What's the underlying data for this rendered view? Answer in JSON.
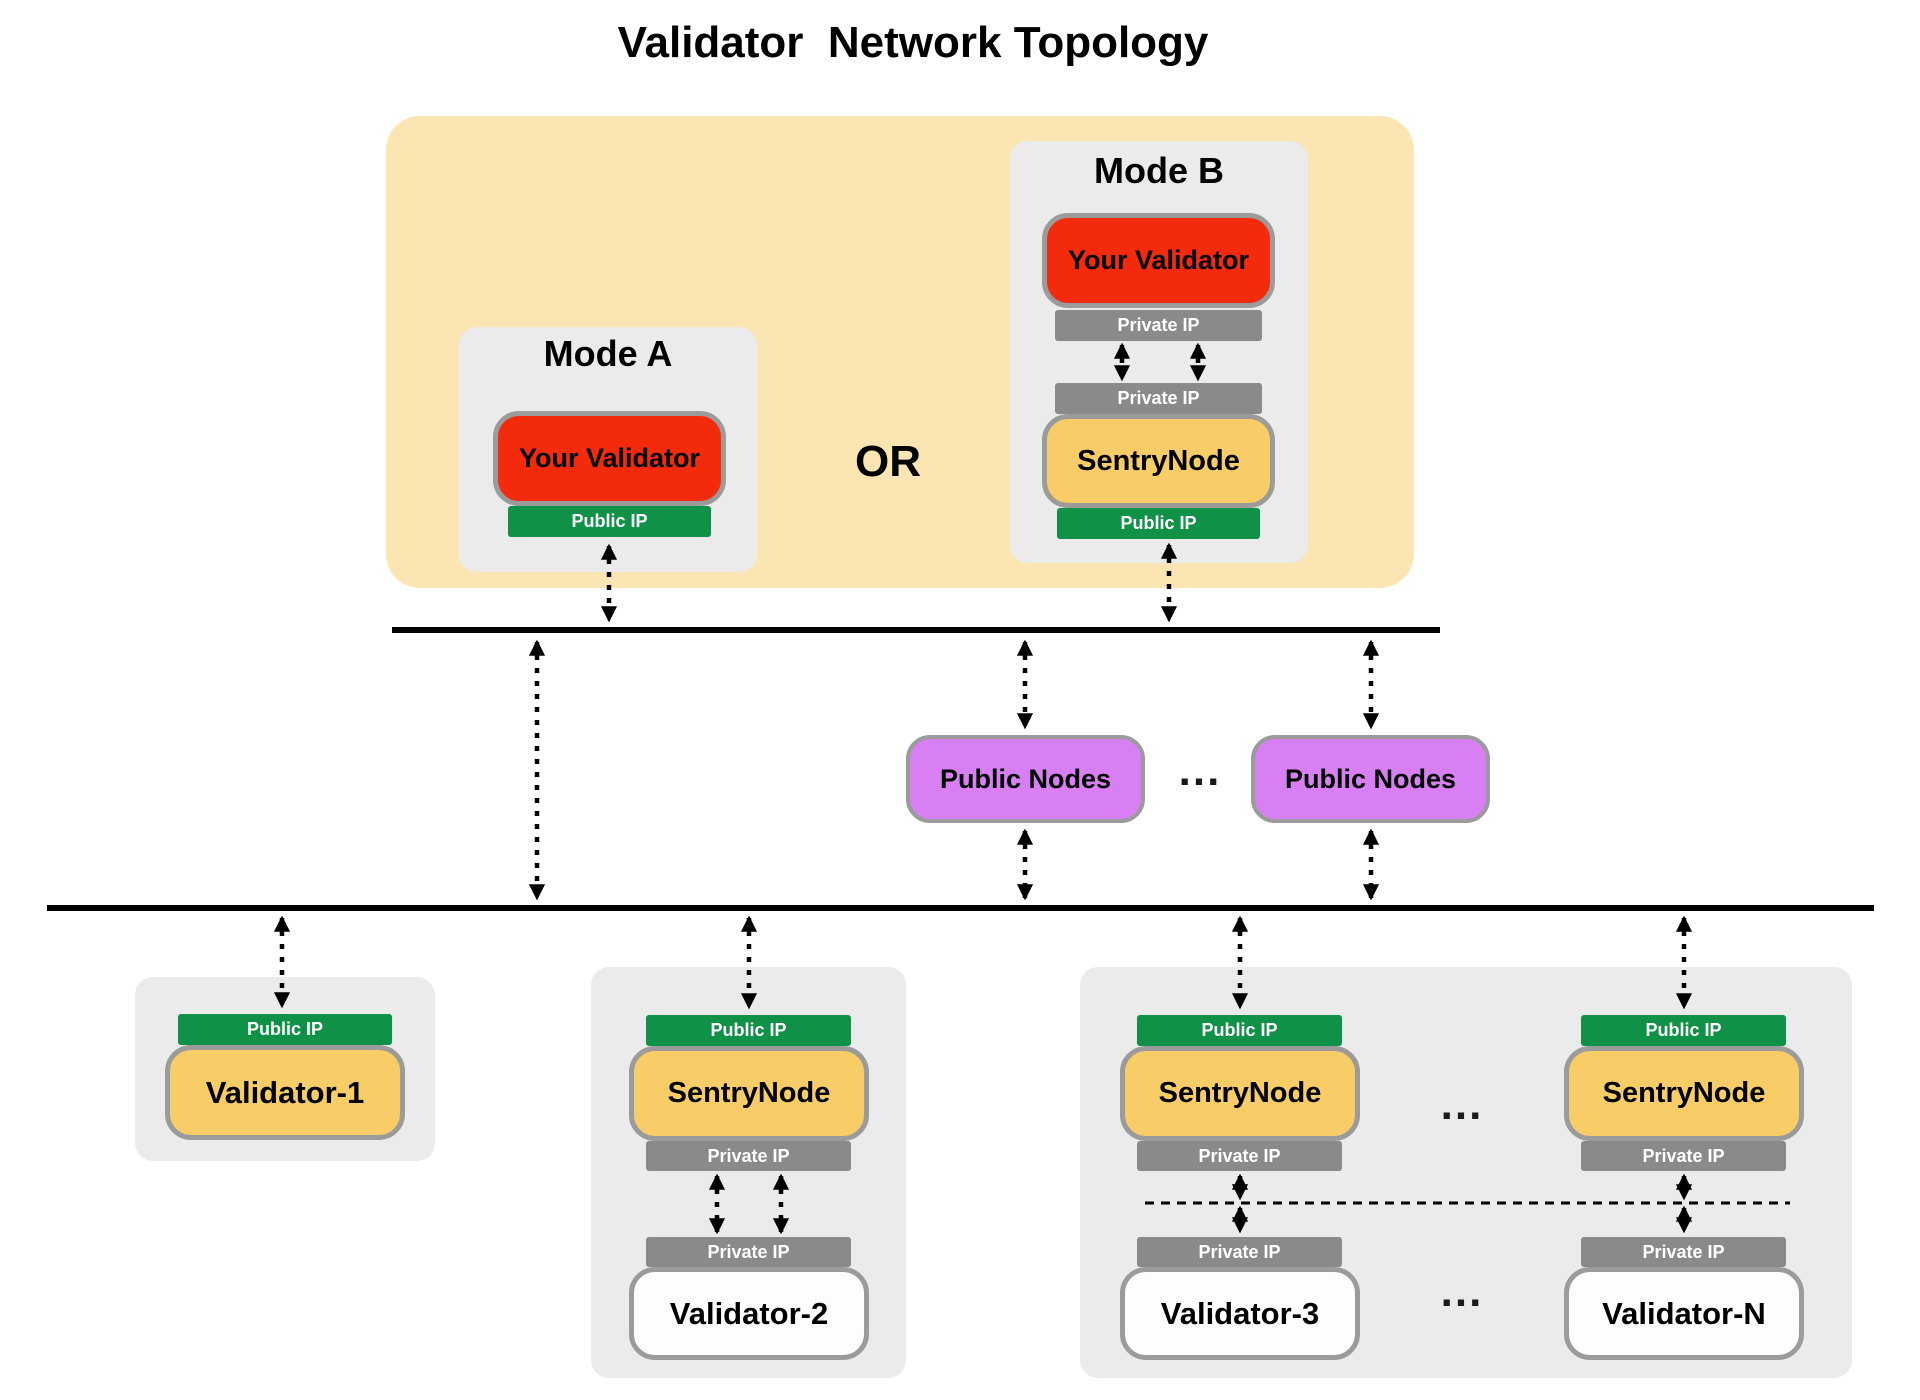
{
  "title": "Validator  Network Topology",
  "or_label": "OR",
  "colors": {
    "cream": "#FBE6B3",
    "panel": "#EBEBEB",
    "red": "#F32B0C",
    "yellow": "#F8CC67",
    "green": "#0F9147",
    "graybar": "#8A8A8A",
    "purple": "#D77FF3",
    "border": "#9B9B9B",
    "node-white": "#FDFDFD"
  },
  "mode_a": {
    "title": "Mode A",
    "validator": "Your Validator",
    "public_ip": "Public IP"
  },
  "mode_b": {
    "title": "Mode B",
    "validator": "Your Validator",
    "private_ip_upper": "Private IP",
    "private_ip_lower": "Private IP",
    "sentry": "SentryNode",
    "public_ip": "Public IP"
  },
  "public_nodes": {
    "left": "Public Nodes",
    "ellipsis": "...",
    "right": "Public Nodes"
  },
  "validator_1": {
    "public_ip": "Public IP",
    "label": "Validator-1"
  },
  "validator_2": {
    "public_ip": "Public IP",
    "sentry": "SentryNode",
    "private_ip_upper": "Private IP",
    "private_ip_lower": "Private IP",
    "label": "Validator-2"
  },
  "validator_row": {
    "ellipsis_sentry": "...",
    "ellipsis_validator": "...",
    "left": {
      "public_ip": "Public IP",
      "sentry": "SentryNode",
      "private_ip_upper": "Private IP",
      "private_ip_lower": "Private IP",
      "label": "Validator-3"
    },
    "right": {
      "public_ip": "Public IP",
      "sentry": "SentryNode",
      "private_ip_upper": "Private IP",
      "private_ip_lower": "Private IP",
      "label": "Validator-N"
    }
  }
}
